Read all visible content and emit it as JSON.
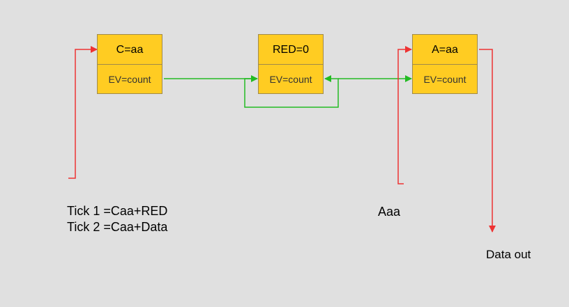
{
  "nodes": {
    "c": {
      "title": "C=aa",
      "subtitle": "EV=count"
    },
    "red": {
      "title": "RED=0",
      "subtitle": "EV=count"
    },
    "a": {
      "title": "A=aa",
      "subtitle": "EV=count"
    }
  },
  "labels": {
    "tick1": "Tick 1 =Caa+RED",
    "tick2": "Tick 2 =Caa+Data",
    "aaa": "Aaa",
    "data_out": "Data out"
  },
  "colors": {
    "background": "#e0e0e0",
    "node_fill": "#ffcc22",
    "node_border": "#a08a4a",
    "red_line": "#ee3333",
    "green_line": "#22bb22"
  }
}
